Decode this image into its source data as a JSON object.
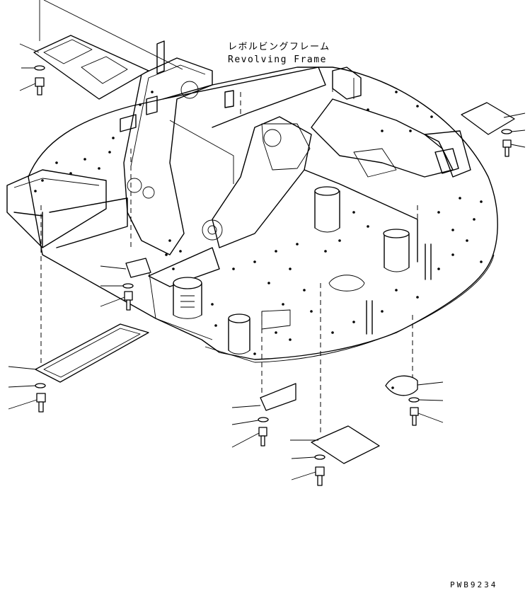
{
  "diagram": {
    "title_jp": "レボルビングフレーム",
    "title_en": "Revolving Frame",
    "drawing_code": "PWB9234"
  }
}
